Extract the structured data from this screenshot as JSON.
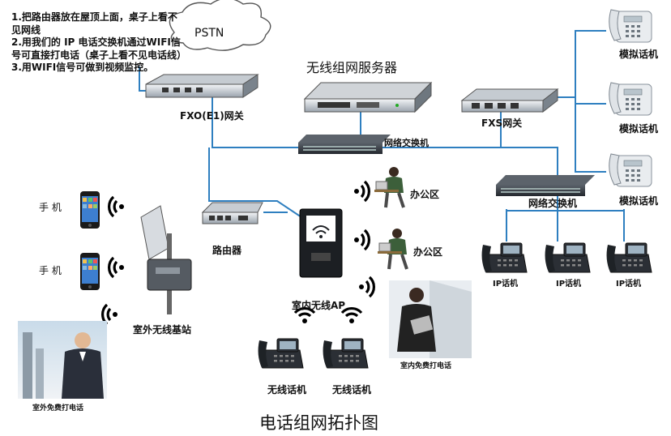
{
  "title": "电话组网拓扑图",
  "notes": [
    "1.把路由器放在屋顶上面，桌子上看不见网线",
    "2.用我们的  IP 电话交换机通过WIFI信号可直接打电话（桌子上看不见电话线）",
    "3.用WIFI信号可做到视频监控。"
  ],
  "labels": {
    "pstn": "PSTN",
    "server": "无线组网服务器",
    "fxo": "FXO(E1)网关",
    "fxs": "FXS网关",
    "switch_top": "网络交换机",
    "switch_right": "网络交换机",
    "router": "路由器",
    "indoor_ap": "室内无线AP",
    "outdoor_bs": "室外无线基站",
    "office1": "办公区",
    "office2": "办公区",
    "phone1": "手 机",
    "phone2": "手 机",
    "analog1": "模拟话机",
    "analog2": "模拟话机",
    "analog3": "模拟话机",
    "ip1": "IP话机",
    "ip2": "IP话机",
    "ip3": "IP话机",
    "wireless1": "无线话机",
    "wireless2": "无线话机",
    "outdoor_call": "室外免费打电话",
    "indoor_call": "室内免费打电话"
  },
  "colors": {
    "line": "#2e7fc0",
    "device_dark": "#333a44",
    "device_light": "#d9dde2"
  }
}
